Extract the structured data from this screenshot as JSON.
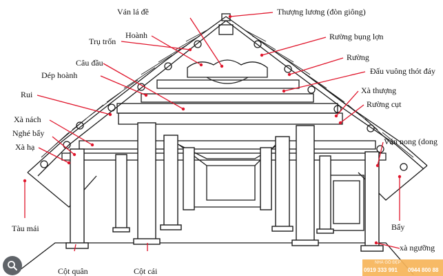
{
  "labels": {
    "van_la_de": "Ván lá đề",
    "thuong_luong": "Thượng lương (đòn giông)",
    "ruong_bung_lon": "Rường bụng lợn",
    "tru_tron": "Trụ trốn",
    "hoanh": "Hoành",
    "cau_dau": "Câu đầu",
    "dep_hoanh": "Dép hoành",
    "ruong": "Rường",
    "dau_vuong": "Đấu vuông thót đáy",
    "rui": "Rui",
    "xa_thuong": "Xà thượng",
    "ruong_cut": "Rường cụt",
    "xa_nach": "Xà nách",
    "nghe_bay": "Nghé bẩy",
    "xa_ha": "Xà hạ",
    "van_nong": "Ván nong (dong",
    "tau_mai": "Tàu mái",
    "bay": "Bẩy",
    "xa_nguong": "xà ngưỡng",
    "cot_quan": "Cột quân",
    "cot_cai": "Cột cái"
  },
  "watermark": {
    "top": "NHÀ GỖ ĐẸP",
    "phone1": "0919 333 991",
    "phone2": "0944 800 88"
  },
  "colors": {
    "leader": "#e0152b",
    "ink": "#1a1a1a",
    "watermark_bg": "#f7b55a"
  },
  "icons": {
    "search": "search-icon"
  }
}
